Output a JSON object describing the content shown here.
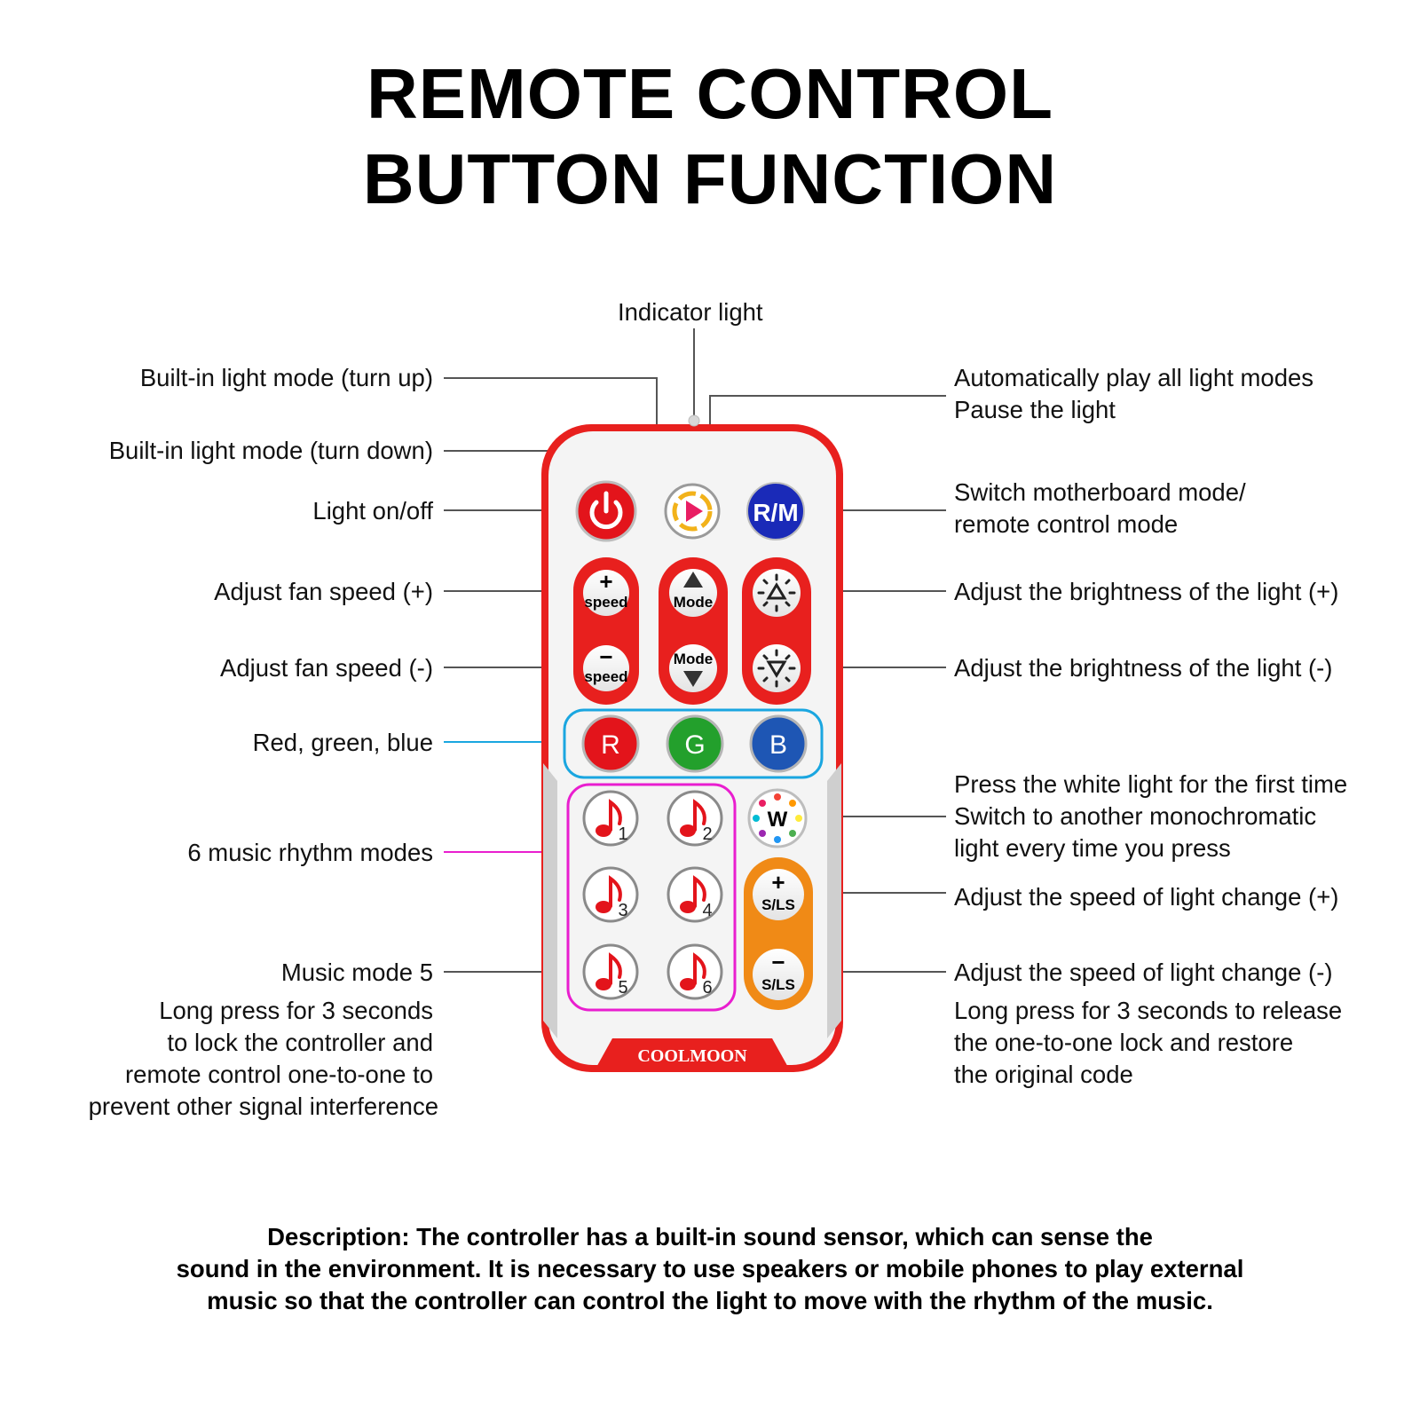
{
  "title": {
    "line1": "REMOTE CONTROL",
    "line2": "BUTTON FUNCTION"
  },
  "labels_left": {
    "turn_up": "Built-in light mode (turn up)",
    "turn_down": "Built-in light mode (turn down)",
    "light_onoff": "Light on/off",
    "fan_plus": "Adjust fan speed (+)",
    "fan_minus": "Adjust fan speed (-)",
    "rgb": "Red, green, blue",
    "music_modes": "6 music rhythm modes",
    "music5_title": "Music mode 5",
    "music5_line1": "Long press for 3 seconds",
    "music5_line2": "to lock the controller and",
    "music5_line3": "remote control one-to-one to",
    "music5_line4": "prevent other signal interference"
  },
  "labels_right": {
    "indicator": "Indicator light",
    "auto_line1": "Automatically play all light modes",
    "auto_line2": "Pause the light",
    "rm_line1": "Switch motherboard mode/",
    "rm_line2": "remote control mode",
    "bright_plus": "Adjust the brightness of the light (+)",
    "bright_minus": "Adjust the brightness of the light (-)",
    "white_line1": "Press the white light for the first time",
    "white_line2": "Switch to another monochromatic",
    "white_line3": "light every time you press",
    "sls_plus": "Adjust the speed of light change (+)",
    "sls_minus": "Adjust the speed of light change (-)",
    "sls_line1": "Long press for 3 seconds to release",
    "sls_line2": "the one-to-one lock and restore",
    "sls_line3": "the original code"
  },
  "remote": {
    "brand": "COOLMOON",
    "rm": "R/M",
    "speed": "speed",
    "mode": "Mode",
    "r": "R",
    "g": "G",
    "b": "B",
    "w": "W",
    "sls": "S/LS",
    "plus": "+",
    "minus": "−",
    "music_numbers": [
      "1",
      "2",
      "3",
      "4",
      "5",
      "6"
    ]
  },
  "description": {
    "line1": "Description: The controller has a built-in sound sensor, which can sense the",
    "line2": "sound in the environment. It is necessary to use speakers or mobile phones to play external",
    "line3": "music so that the controller can control the light to move with the rhythm of the music."
  },
  "colors": {
    "remote_red": "#e8201e",
    "rgb_frame": "#1aa6e0",
    "music_frame": "#e91ecf",
    "sls_orange": "#f08a16",
    "red_btn": "#e3141b",
    "green_btn": "#23a02c",
    "blue_btn": "#1e56b4",
    "rm_blue": "#1a2ab8"
  }
}
